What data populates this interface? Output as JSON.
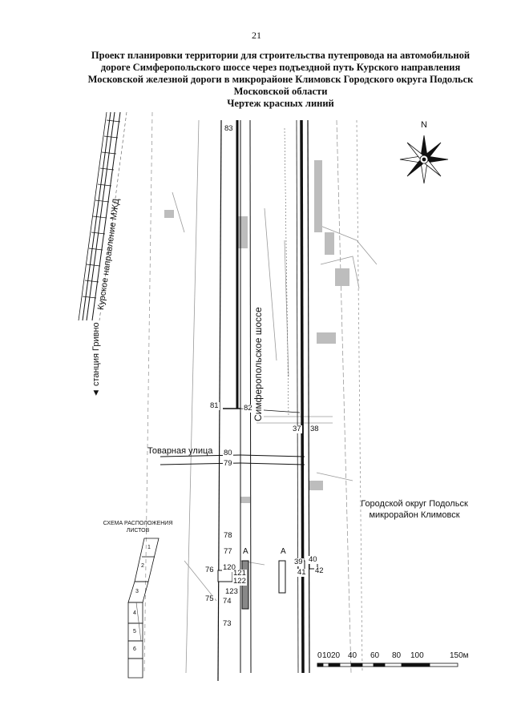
{
  "page_number": "21",
  "title_lines": [
    "Проект планировки территории для строительства путепровода на автомобильной",
    "дороге Симферопольского шоссе через подъездной путь Курского направления",
    "Московской железной дороги в микрорайоне Климовск Городского округа Подольск",
    "Московской области",
    "Чертеж красных линий"
  ],
  "compass_letter": "N",
  "rail_label": "Курское направление МЖД",
  "station_label": "◄ станция Гривно",
  "highway_label": "Симферопольское шоссе",
  "street_label": "Товарная улица",
  "district_lines": [
    "Городской округ Подольск",
    "микрорайон Климовск"
  ],
  "legend_title_lines": [
    "СХЕМА РАСПОЛОЖЕНИЯ",
    "ЛИСТОВ"
  ],
  "sheet_numbers": [
    "1",
    "2",
    "3",
    "4",
    "5",
    "6"
  ],
  "scale_labels": [
    "0",
    "10",
    "20",
    "40",
    "60",
    "80",
    "100",
    "150м"
  ],
  "section_marks": [
    "А",
    "А"
  ],
  "nodes": [
    "83",
    "81",
    "82",
    "37",
    "38",
    "80",
    "79",
    "78",
    "77",
    "76",
    "120",
    "121",
    "122",
    "123",
    "75",
    "74",
    "73",
    "39",
    "40",
    "41",
    "42"
  ]
}
